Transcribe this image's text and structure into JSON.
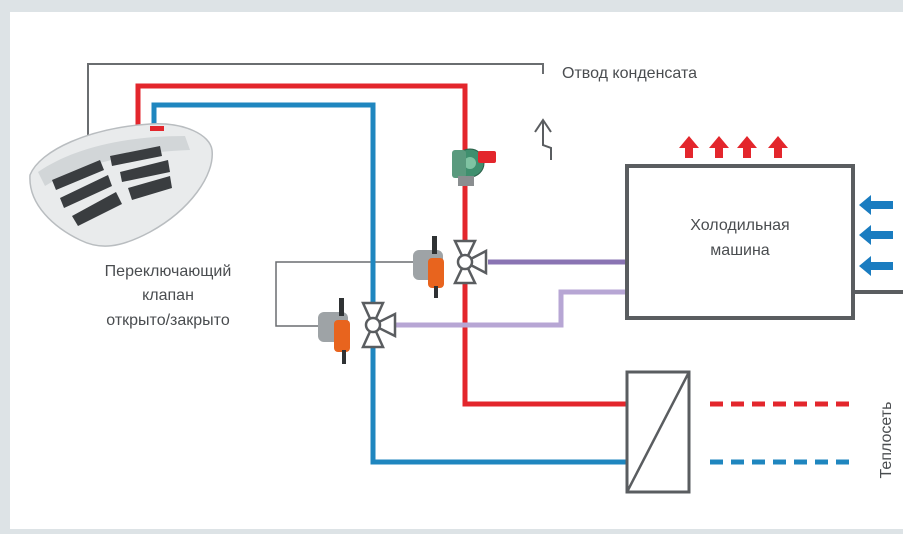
{
  "labels": {
    "condensate": "Отвод конденсата",
    "chiller": [
      "Холодильная",
      "машина"
    ],
    "valve": [
      "Переключающий",
      "клапан",
      "открыто/закрыто"
    ],
    "heat_network": "Теплосеть"
  },
  "colors": {
    "background": "#dde3e6",
    "panel": "#ffffff",
    "hot": "#e3262c",
    "cold": "#1f86bf",
    "purple_dark": "#8a74b3",
    "purple_light": "#b7a6d4",
    "outline": "#5a5d60",
    "thin_line": "#6a6d70",
    "heat_arrow": "#e3262c",
    "cold_arrow": "#1a7cc0",
    "actuator": "#e8641e"
  },
  "icons": {
    "air_unit": "ceiling-air-heater-icon",
    "pump": "circulation-pump-icon",
    "valve_upper": "three-way-valve-icon",
    "valve_lower": "three-way-valve-icon",
    "heat_exchanger": "heat-exchanger-icon",
    "condensate_drain": "condensate-drain-icon"
  }
}
